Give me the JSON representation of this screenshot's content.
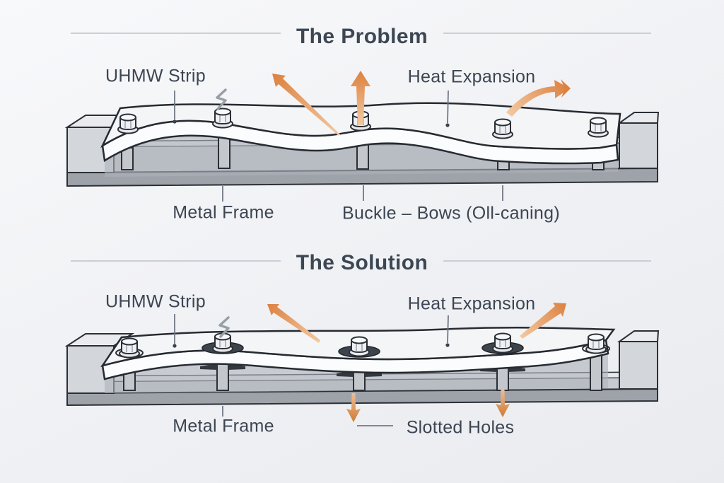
{
  "problem": {
    "title": "The Problem",
    "labels": {
      "uhmw_strip": "UHMW Strip",
      "heat_expansion": "Heat Expansion",
      "metal_frame": "Metal Frame",
      "buckle_bows": "Buckle – Bows (Oll-caning)"
    }
  },
  "solution": {
    "title": "The Solution",
    "labels": {
      "uhmw_strip": "UHMW Strip",
      "heat_expansion": "Heat Expansion",
      "metal_frame": "Metal Frame",
      "slotted_holes": "Slotted Holes"
    }
  },
  "icons": {
    "expansion_arrow": "tapered orange expansion arrow",
    "heat_squiggle": "gray zigzag heat mark",
    "bolt": "hex bolt head",
    "leader_dot": "round leader anchor dot"
  },
  "colors": {
    "background": "#f1f2f5",
    "text": "#3c4552",
    "divider": "#cbced4",
    "orange_light": "#f2c9a1",
    "orange": "#dc8140",
    "frame_front": "#c7cad0",
    "frame_base": "#9ea3aa",
    "frame_top": "#e6e8eb",
    "strip_fill": "#f4f5f7",
    "outline": "#2b3036"
  }
}
